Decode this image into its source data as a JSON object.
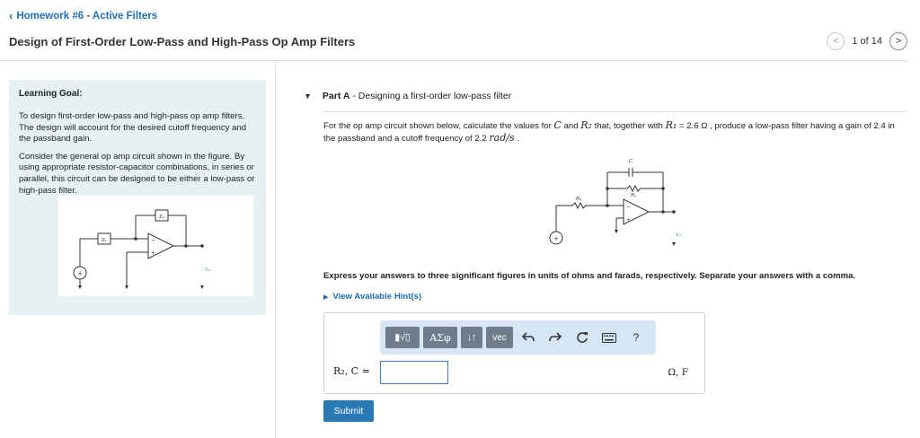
{
  "nav": {
    "back_label": "Homework #6 - Active Filters"
  },
  "header": {
    "title": "Design of First-Order Low-Pass and High-Pass Op Amp Filters",
    "pager_text": "1 of 14"
  },
  "learning_goal": {
    "title": "Learning Goal:",
    "paragraph_1": "To design first-order low-pass and high-pass op amp filters. The design will account for the desired cutoff frequency and the passband gain.",
    "paragraph_2": "Consider the general op amp circuit shown in the figure. By using appropriate resistor-capacitor combinations, in series or parallel, this circuit can be designed to be either a low-pass or high-pass filter.",
    "figure_labels": {
      "z1": "Z₁",
      "z2": "Z₂",
      "vo": "V₀"
    }
  },
  "part_a": {
    "part_label": "Part A",
    "part_title": " - Designing a first-order low-pass filter",
    "q_1": "For the op amp circuit shown below, calculate the values for ",
    "q_c": "C",
    "q_2": " and ",
    "q_r2": "R₂",
    "q_3": " that, together with ",
    "q_r1": "R₁",
    "q_4": " = 2.6 Ω , produce a low-pass filter having a gain of 2.4 in the passband and a cutoff frequency of 2.2 ",
    "q_units": "rad/s",
    "q_5": " .",
    "circuit_labels": {
      "c": "C",
      "r1": "R₁",
      "r2": "R₂",
      "vo": "V₀"
    },
    "instructions": "Express your answers to three significant figures in units of ohms and farads, respectively. Separate your answers with a comma.",
    "hint_link": "View Available Hint(s)"
  },
  "toolbar": {
    "frac_label": "▮√▯",
    "greek_label": "ΑΣφ",
    "arrows_label": "↓↑",
    "vec_label": "vec",
    "help_label": "?"
  },
  "answer": {
    "label": "R₂, C =",
    "value": "",
    "units": "Ω, F"
  },
  "submit_label": "Submit",
  "colors": {
    "link": "#1f6fb2",
    "panel_bg": "#e6f1f4",
    "toolbar_bg": "#d6e6f4",
    "submit_bg": "#2a7ab5"
  }
}
